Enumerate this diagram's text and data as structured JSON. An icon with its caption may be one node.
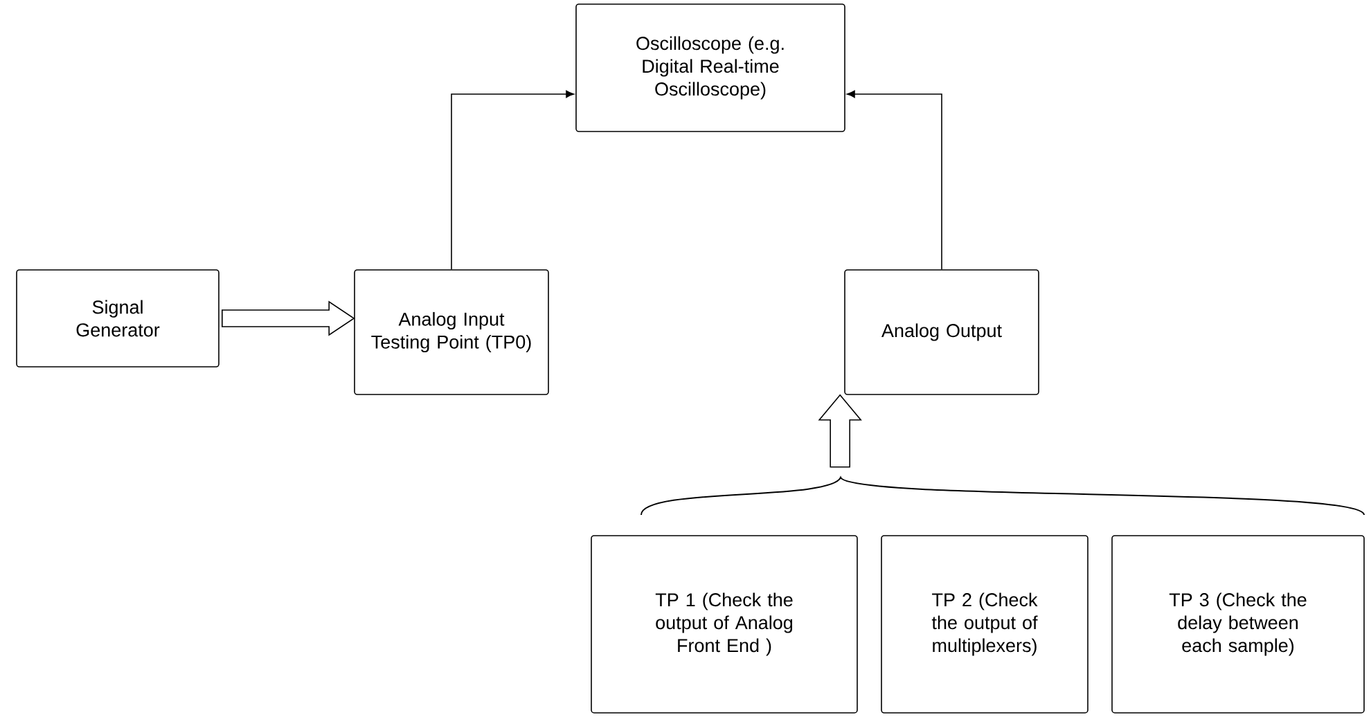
{
  "diagram": {
    "nodes": [
      {
        "text": [
          "Oscilloscope (e.g. Digital Real-time Oscilloscope)"
        ]
      },
      {
        "text": [
          "Signal Generator"
        ]
      },
      {
        "text": [
          "Analog Input Testing Point (TP0)"
        ]
      },
      {
        "text": [
          "Analog Output"
        ]
      },
      {
        "text": [
          "TP 1 (Check the output of Analog Front End )"
        ]
      },
      {
        "text": [
          "TP 2 (Check the output of multiplexers)"
        ]
      },
      {
        "text": [
          "TP 3 (Check the delay between each sample)"
        ]
      }
    ],
    "edges": [
      {
        "from": 1,
        "to": 2,
        "arrow": "to"
      },
      {
        "from": 2,
        "to": 0,
        "arrow": "to"
      },
      {
        "from": 3,
        "to": 0,
        "arrow": "to"
      },
      {
        "from": null,
        "to": 3,
        "arrow": "to"
      }
    ]
  }
}
